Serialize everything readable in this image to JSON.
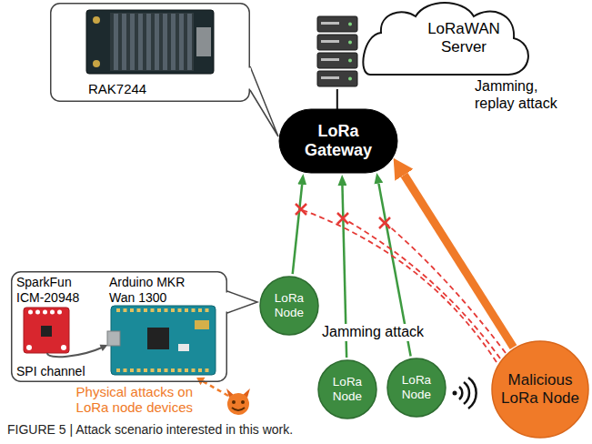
{
  "diagram": {
    "caption": "FIGURE 5 | Attack scenario interested in this work.",
    "nodes": [
      {
        "text": [
          "LoRaWAN Server"
        ]
      },
      {
        "text": [
          "RAK7244"
        ]
      },
      {
        "text": [
          "LoRa Gateway"
        ]
      },
      {
        "text": [
          "SparkFun ICM-20948",
          "Arduino MKR Wan 1300",
          "SPI channel"
        ]
      },
      {
        "text": [
          "LoRa Node"
        ]
      },
      {
        "text": [
          "LoRa Node"
        ]
      },
      {
        "text": [
          "LoRa Node"
        ]
      },
      {
        "text": [
          "Malicious LoRa Node"
        ]
      }
    ],
    "edges": [
      {
        "from": 2,
        "to": 0,
        "arrow": "none"
      },
      {
        "from": 4,
        "to": 2,
        "arrow": "to"
      },
      {
        "from": 5,
        "to": 2,
        "arrow": "to"
      },
      {
        "from": 6,
        "to": 2,
        "arrow": "to"
      },
      {
        "from": 7,
        "to": 2,
        "arrow": "to",
        "label": "Jamming, replay attack"
      }
    ],
    "labels": [
      "Jamming attack",
      "Physical attacks on LoRa node devices"
    ]
  }
}
